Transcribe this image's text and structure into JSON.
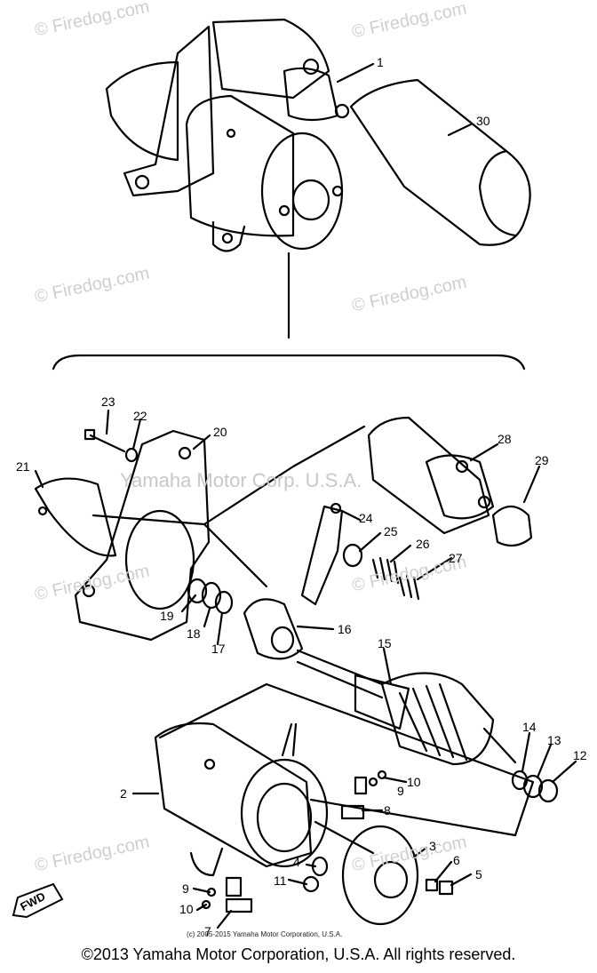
{
  "watermarks": {
    "site": "© Firedog.com",
    "center": "Yamaha Motor Corp. U.S.A."
  },
  "callouts": [
    "1",
    "30",
    "23",
    "22",
    "20",
    "21",
    "28",
    "29",
    "24",
    "25",
    "26",
    "27",
    "19",
    "18",
    "17",
    "16",
    "15",
    "14",
    "13",
    "12",
    "2",
    "9",
    "10",
    "8",
    "3",
    "6",
    "5",
    "4",
    "11",
    "9",
    "10",
    "7"
  ],
  "direction_badge": "FWD",
  "small_copyright": "(c) 2005-2015 Yamaha Motor Corporation, U.S.A.",
  "copyright": "©2013 Yamaha Motor Corporation, U.S.A. All rights reserved."
}
